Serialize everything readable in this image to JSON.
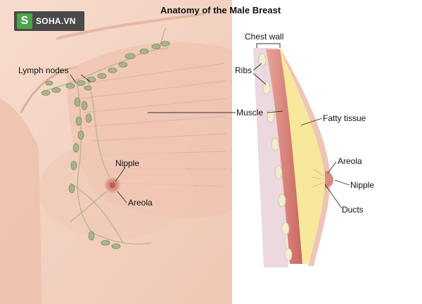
{
  "title": "Anatomy of the Male Breast",
  "watermark": {
    "badge": "S",
    "text": "SOHA.VN"
  },
  "labels": {
    "lymph_nodes": "Lymph nodes",
    "nipple_front": "Nipple",
    "areola_front": "Areola",
    "chest_wall": "Chest wall",
    "ribs": "Ribs",
    "muscle": "Muscle",
    "fatty_tissue": "Fatty tissue",
    "areola_side": "Areola",
    "nipple_side": "Nipple",
    "ducts": "Ducts"
  },
  "colors": {
    "skin": "#f3d3c4",
    "skin_shade": "#e6b9a6",
    "muscle": "#d98a82",
    "fat": "#f6e79a",
    "node": "#a7b38a",
    "bone": "#f1ecd2",
    "areola": "#d48778"
  }
}
